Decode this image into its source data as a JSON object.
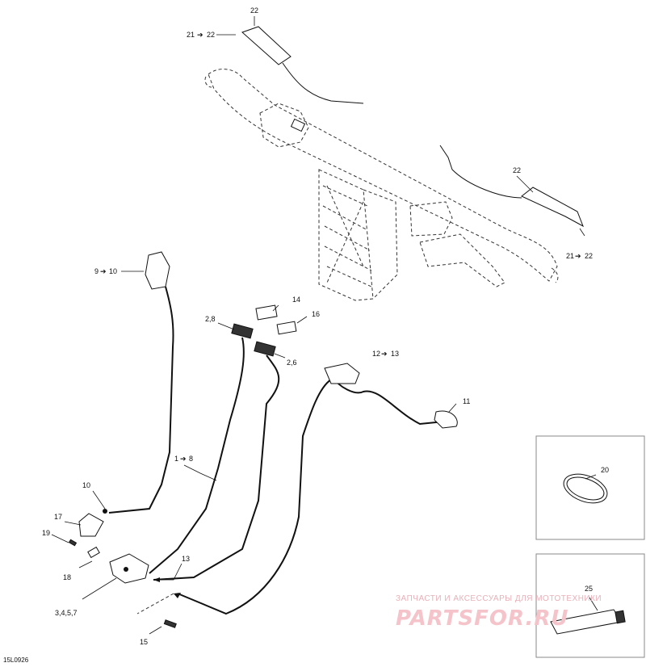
{
  "callouts": {
    "c22_top": "22",
    "c21_22_top_a": "21",
    "c21_22_top_b": "22",
    "c22_right": "22",
    "c21_22_right_a": "21",
    "c21_22_right_b": "22",
    "c9_10_a": "9",
    "c9_10_b": "10",
    "c14": "14",
    "c16": "16",
    "c2_8": "2,8",
    "c2_6": "2,6",
    "c12_13_a": "12",
    "c12_13_b": "13",
    "c11": "11",
    "c1_8_a": "1",
    "c1_8_b": "8",
    "c10": "10",
    "c17": "17",
    "c19": "19",
    "c18": "18",
    "c13": "13",
    "c3457": "3,4,5,7",
    "c15": "15",
    "c20": "20",
    "c25": "25"
  },
  "diagram_code": "15L0926",
  "watermark": {
    "tagline": "ЗАПЧАСТИ И АКСЕССУАРЫ ДЛЯ МОТОТЕХНИКИ",
    "brand": "PARTSFOR.RU"
  }
}
